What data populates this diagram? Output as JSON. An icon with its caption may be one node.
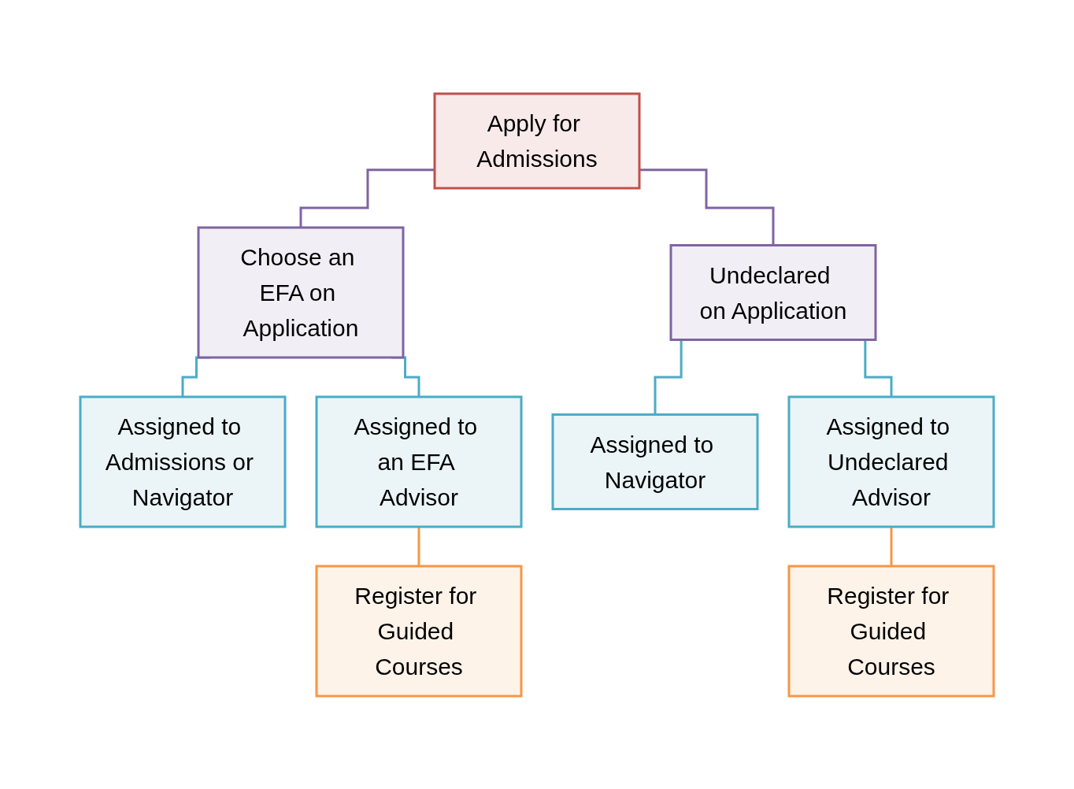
{
  "diagram": {
    "nodes": [
      {
        "text": [
          "Apply for Admissions"
        ]
      },
      {
        "text": [
          "Choose an EFA on Application"
        ]
      },
      {
        "text": [
          "Undeclared on Application"
        ]
      },
      {
        "text": [
          "Assigned to Admissions or Navigator"
        ]
      },
      {
        "text": [
          "Assigned to an EFA Advisor"
        ]
      },
      {
        "text": [
          "Assigned to Navigator"
        ]
      },
      {
        "text": [
          "Assigned to Undeclared Advisor"
        ]
      },
      {
        "text": [
          "Register for Guided Courses"
        ]
      },
      {
        "text": [
          "Register for Guided Courses"
        ]
      }
    ],
    "edges": [
      {
        "from": 0,
        "to": 1,
        "arrow": "none",
        "color": "#8064a2"
      },
      {
        "from": 0,
        "to": 2,
        "arrow": "none",
        "color": "#8064a2"
      },
      {
        "from": 1,
        "to": 3,
        "arrow": "none"
      },
      {
        "from": 1,
        "to": 4,
        "arrow": "none"
      },
      {
        "from": 2,
        "to": 5,
        "arrow": "none"
      },
      {
        "from": 2,
        "to": 6,
        "arrow": "none"
      },
      {
        "from": 4,
        "to": 7,
        "arrow": "none",
        "color": "#f79646"
      },
      {
        "from": 6,
        "to": 8,
        "arrow": "none",
        "color": "#f79646"
      }
    ]
  }
}
